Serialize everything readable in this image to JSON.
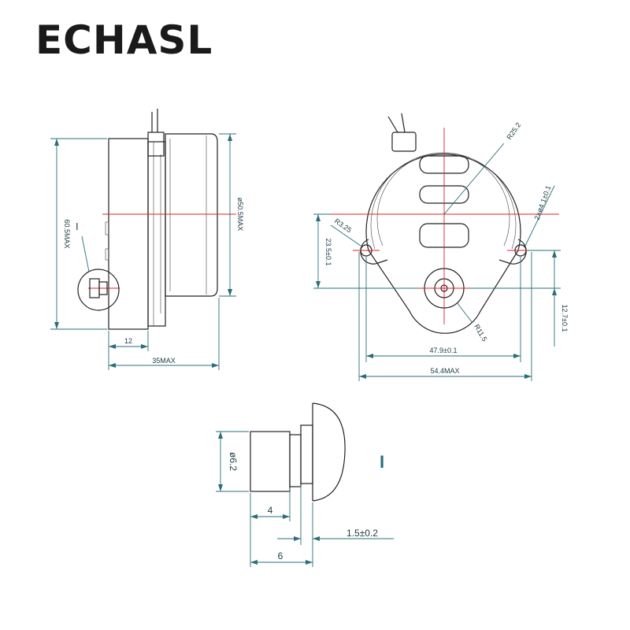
{
  "brand": "ECHASL",
  "colors": {
    "outline": "#222222",
    "dimension": "#2a6e78",
    "centerline": "#d9232a",
    "text": "#1e3a44"
  },
  "side_view": {
    "length_label": "60.5MAX",
    "diameter_label": "ø50.5MAX",
    "shaft_offset_label": "12",
    "depth_label": "35MAX",
    "detail_marker": "I"
  },
  "front_view": {
    "radius_top_label": "R25.2",
    "hole_label": "2×ø4.1±0.1",
    "radius_ear_label": "R3.25",
    "height_label": "23.5±0.1",
    "radius_bottom_label": "R11.5",
    "offset_label": "12.7±0.1",
    "hole_spacing_label": "47.9±0.1",
    "width_label": "54.4MAX"
  },
  "detail_view": {
    "marker": "I",
    "diameter_label": "ø6.2",
    "gear_length_label": "4",
    "gap_label": "1.5±0.2",
    "total_length_label": "6"
  }
}
